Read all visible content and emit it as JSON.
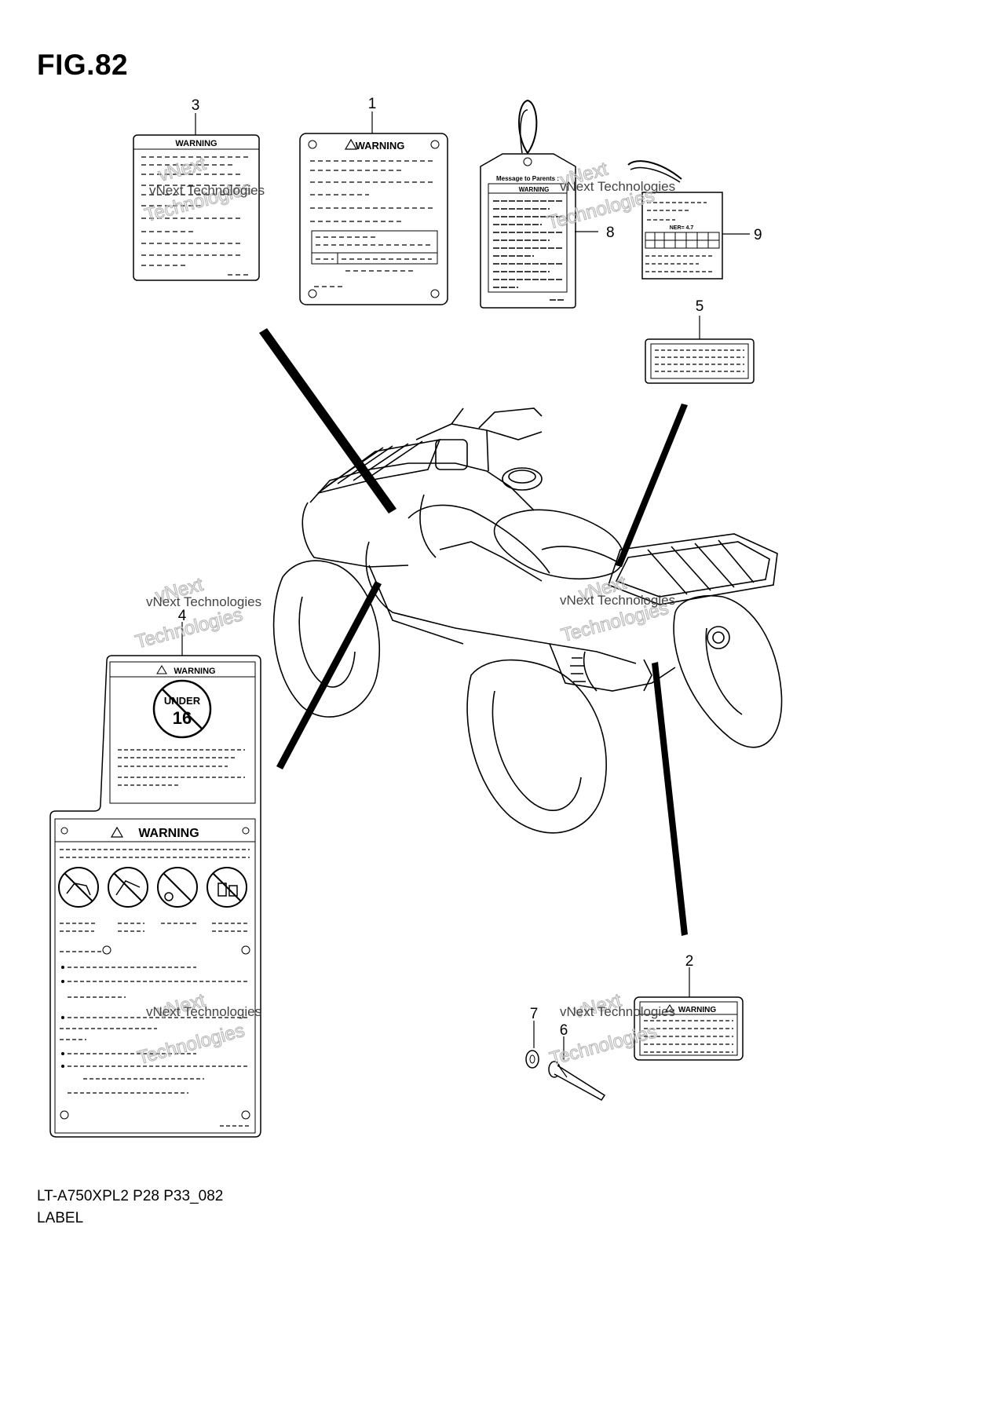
{
  "figure": {
    "title": "FIG.82",
    "model_code": "LT-A750XPL2 P28 P33_082",
    "caption": "LABEL"
  },
  "callouts": [
    "1",
    "2",
    "3",
    "4",
    "5",
    "6",
    "7",
    "8",
    "9"
  ],
  "labels": {
    "warning_text": "WARNING",
    "parents_tag_heading": "Message to Parents :",
    "under16_line1": "UNDER",
    "under16_line2": "16",
    "ner_text": "NER= 4.7"
  },
  "watermark": {
    "line1": "vNext",
    "line2": "vNext Technologies",
    "line3": "Technologies"
  },
  "icons": [
    "warning-triangle-icon",
    "under-16-prohibition-icon",
    "no-passenger-icon",
    "no-road-icon",
    "no-drugs-alcohol-icon",
    "no-stunts-icon"
  ]
}
